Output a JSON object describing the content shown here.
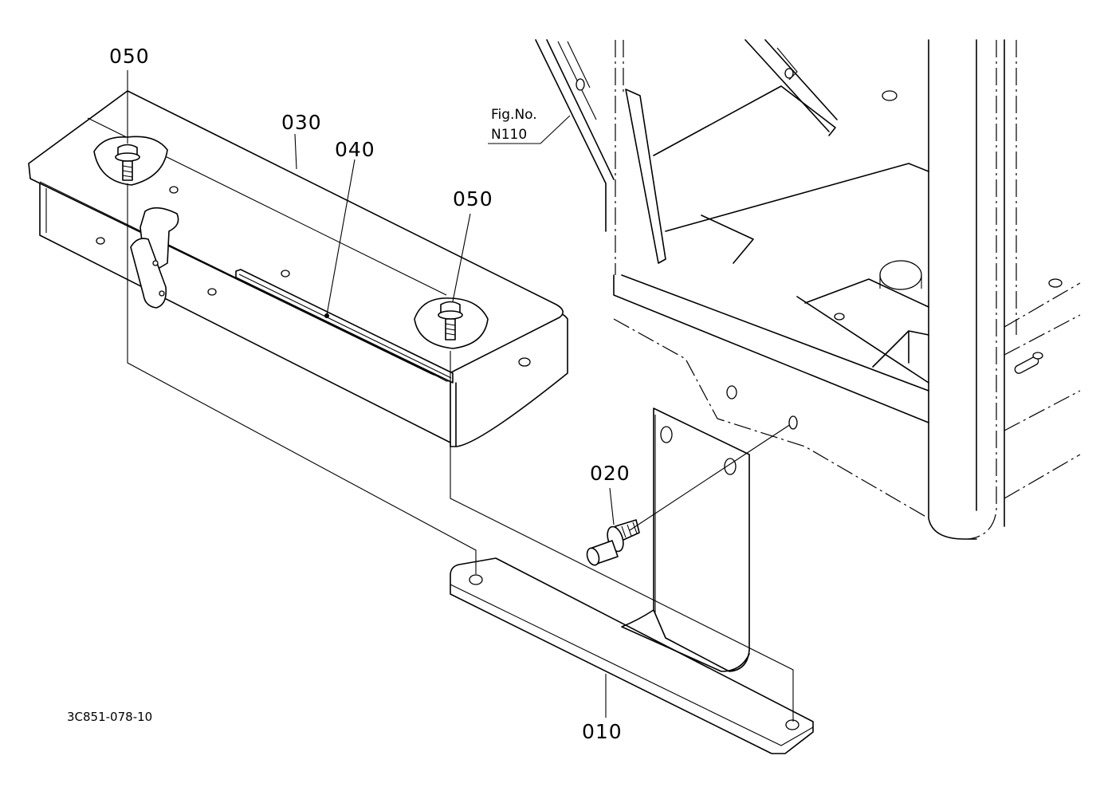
{
  "labels": {
    "part_050_top": "050",
    "part_030": "030",
    "part_040": "040",
    "part_050_right": "050",
    "part_020": "020",
    "part_010": "010",
    "fig_ref_line1": "Fig.No.",
    "fig_ref_line2": "N110",
    "drawing_code": "3C851-078-10"
  }
}
